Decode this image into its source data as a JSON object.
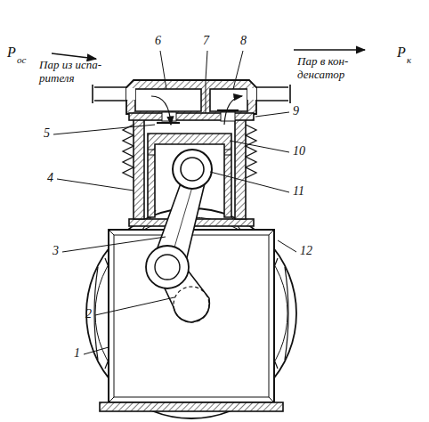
{
  "diagram": {
    "labels": [
      "P",
      "ос",
      "Пар из испа- рителя",
      "Пар в кон- денсатор",
      "P",
      "к",
      "6",
      "7",
      "8",
      "9",
      "5",
      "10",
      "4",
      "11",
      "3",
      "12",
      "2",
      "1"
    ]
  }
}
